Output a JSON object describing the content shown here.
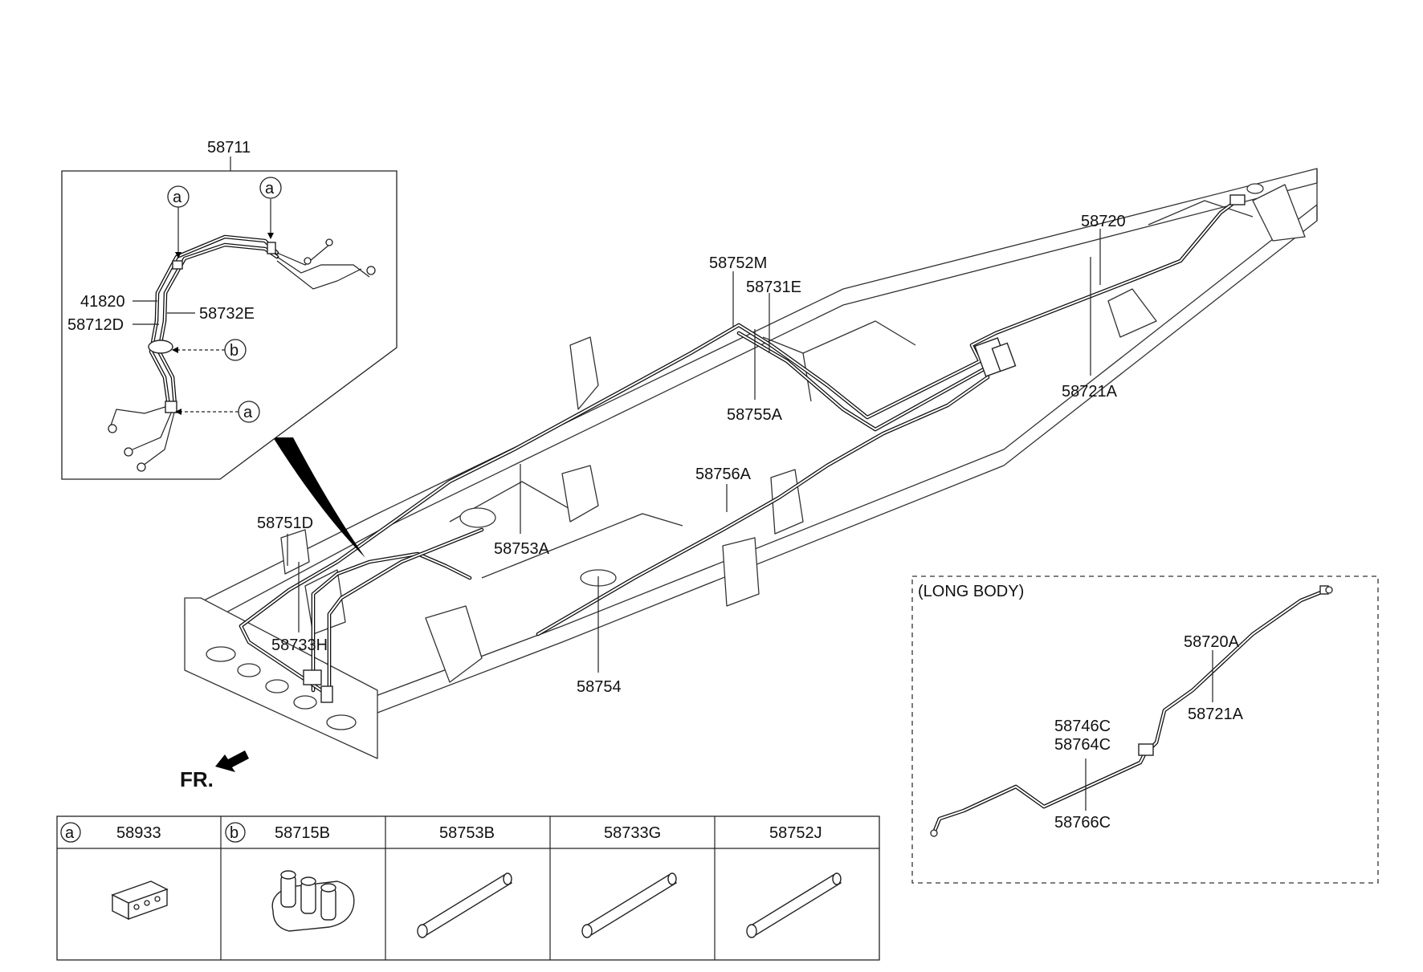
{
  "callouts": {
    "p58711": "58711",
    "p41820": "41820",
    "p58712D": "58712D",
    "p58732E": "58732E",
    "p58752M": "58752M",
    "p58731E": "58731E",
    "p58720": "58720",
    "p58721A": "58721A",
    "p58755A": "58755A",
    "p58756A": "58756A",
    "p58753A": "58753A",
    "p58751D": "58751D",
    "p58733H": "58733H",
    "p58754": "58754",
    "fr": "FR."
  },
  "inset_markers": {
    "a1": "a",
    "a2": "a",
    "b": "b",
    "a3": "a"
  },
  "long_body": {
    "title": "(LONG BODY)",
    "p58720A": "58720A",
    "p58721A": "58721A",
    "p58746C": "58746C",
    "p58764C": "58764C",
    "p58766C": "58766C"
  },
  "parts_table": {
    "headers": [
      {
        "marker": "a",
        "label": "58933"
      },
      {
        "marker": "b",
        "label": "58715B"
      },
      {
        "marker": "",
        "label": "58753B"
      },
      {
        "marker": "",
        "label": "58733G"
      },
      {
        "marker": "",
        "label": "58752J"
      }
    ]
  }
}
